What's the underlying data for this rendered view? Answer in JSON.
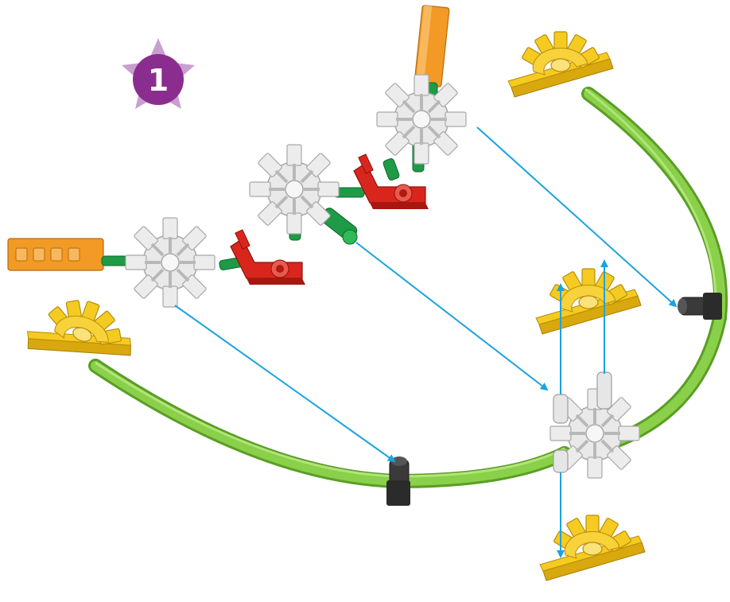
{
  "step": {
    "number": "1"
  },
  "colors": {
    "background": "#ffffff",
    "step_star": "#c8a0cf",
    "step_badge": "#8b2d8e",
    "rod_green": "#7ac63a",
    "rod_green_dark": "#5a9e24",
    "connector_yellow": "#f2c417",
    "connector_yellow_dark": "#c99a0a",
    "connector_white": "#e9e9e9",
    "connector_white_dark": "#b4b4b4",
    "connector_red": "#d9261c",
    "connector_red_dark": "#9e150f",
    "rod_orange": "#f29a25",
    "clip_green": "#1f9a46",
    "clip_dark": "#3a3a3a",
    "arrow_blue": "#1aa3e0"
  },
  "parts": {
    "long_rods": [
      "green-rod-left",
      "green-rod-right"
    ],
    "short_rods": [
      "orange-rod-top",
      "orange-rod-left"
    ],
    "connectors": [
      "white-8-way",
      "yellow-half",
      "red-corner"
    ],
    "clips": [
      "green-clip",
      "black-clip"
    ]
  }
}
